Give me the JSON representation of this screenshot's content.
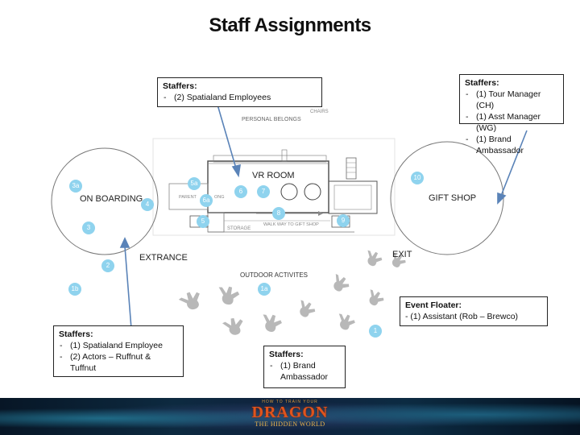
{
  "title": "Staff Assignments",
  "colors": {
    "marker": "#8fd3ee",
    "arrow": "#5a83b8",
    "footprint": "#b8b8b8"
  },
  "plan_labels": {
    "vr_room": "VR ROOM",
    "on_boarding": "ON BOARDING",
    "gift_shop": "GIFT SHOP",
    "extrance": "EXTRANCE",
    "exit": "EXIT",
    "outdoor": "OUTDOOR ACTIVITES",
    "personal": "PERSONAL BELONGS",
    "chairs": "CHAIRS",
    "parent": "PARENT",
    "parent_tail": "ONG",
    "storage": "STORAGE",
    "walkway": "WALK WAY TO GIFT SHOP"
  },
  "markers": {
    "m3a": "3a",
    "m5a": "5a",
    "m6a": "6a",
    "m4": "4",
    "m5": "5",
    "m6": "6",
    "m7": "7",
    "m8": "8",
    "m9": "9",
    "m10": "10",
    "m3": "3",
    "m2": "2",
    "m1b": "1b",
    "m1a": "1a",
    "m1": "1"
  },
  "boxes": {
    "vr": {
      "heading": "Staffers:",
      "items": [
        "(2) Spatialand Employees"
      ]
    },
    "gift": {
      "heading": "Staffers:",
      "items": [
        "(1) Tour Manager (CH)",
        "(1) Asst Manager (WG)",
        "(1) Brand Ambassador"
      ]
    },
    "onboard": {
      "heading": "Staffers:",
      "items": [
        "(1) Spatialand Employee",
        "(2) Actors – Ruffnut & Tuffnut"
      ]
    },
    "outdoor": {
      "heading": "Staffers:",
      "items": [
        "(1) Brand Ambassador"
      ]
    },
    "floater": {
      "heading": "Event Floater:",
      "line": "- (1) Assistant (Rob – Brewco)"
    }
  },
  "banner": {
    "small": "HOW TO TRAIN YOUR",
    "big": "DRAGON",
    "sub": "THE HIDDEN WORLD"
  }
}
